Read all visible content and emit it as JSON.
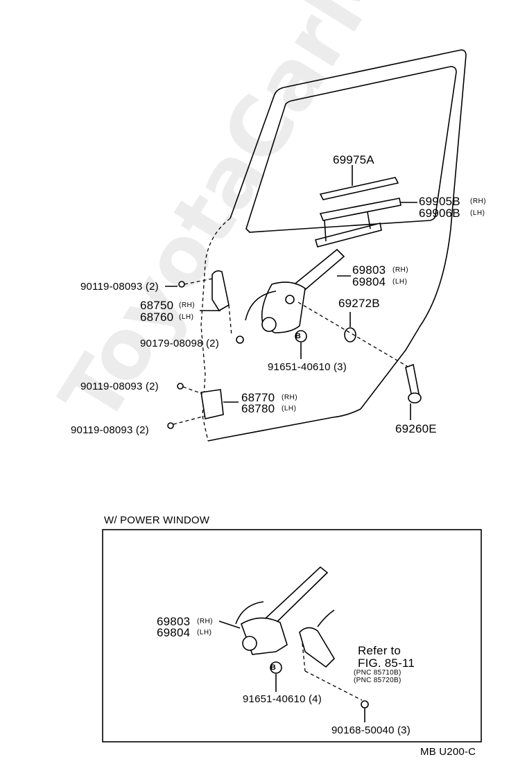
{
  "watermark": "ToyotaCarMall.ru",
  "parts": {
    "weatherstrip_inner": "69975A",
    "channel_rh": "69905B",
    "channel_rh_side": "(RH)",
    "channel_lh": "69906B",
    "channel_lh_side": "(LH)",
    "regulator_rh": "69803",
    "regulator_rh_side": "(RH)",
    "regulator_lh": "69804",
    "regulator_lh_side": "(LH)",
    "washer": "69272B",
    "handle": "69260E",
    "bolt_upper": "90119-08093 (2)",
    "hinge_upper_rh": "68750",
    "hinge_upper_rh_side": "(RH)",
    "hinge_upper_lh": "68760",
    "hinge_upper_lh_side": "(LH)",
    "nut": "90179-08098 (2)",
    "bolt_mid": "90119-08093 (2)",
    "hinge_lower_rh": "68770",
    "hinge_lower_rh_side": "(RH)",
    "hinge_lower_lh": "68780",
    "hinge_lower_lh_side": "(LH)",
    "bolt_lower": "90119-08093 (2)",
    "screw_b": "91651-40610 (3)",
    "marker_b": "B"
  },
  "power_window": {
    "title": "W/ POWER WINDOW",
    "regulator_rh": "69803",
    "regulator_rh_side": "(RH)",
    "regulator_lh": "69804",
    "regulator_lh_side": "(LH)",
    "refer_line1": "Refer to",
    "refer_line2": "FIG. 85-11",
    "pnc1": "(PNC 85710B)",
    "pnc2": "(PNC 85720B)",
    "screw_b": "91651-40610 (4)",
    "marker_b": "B",
    "screw": "90168-50040 (3)"
  },
  "footer_code": "MB  U200-C"
}
